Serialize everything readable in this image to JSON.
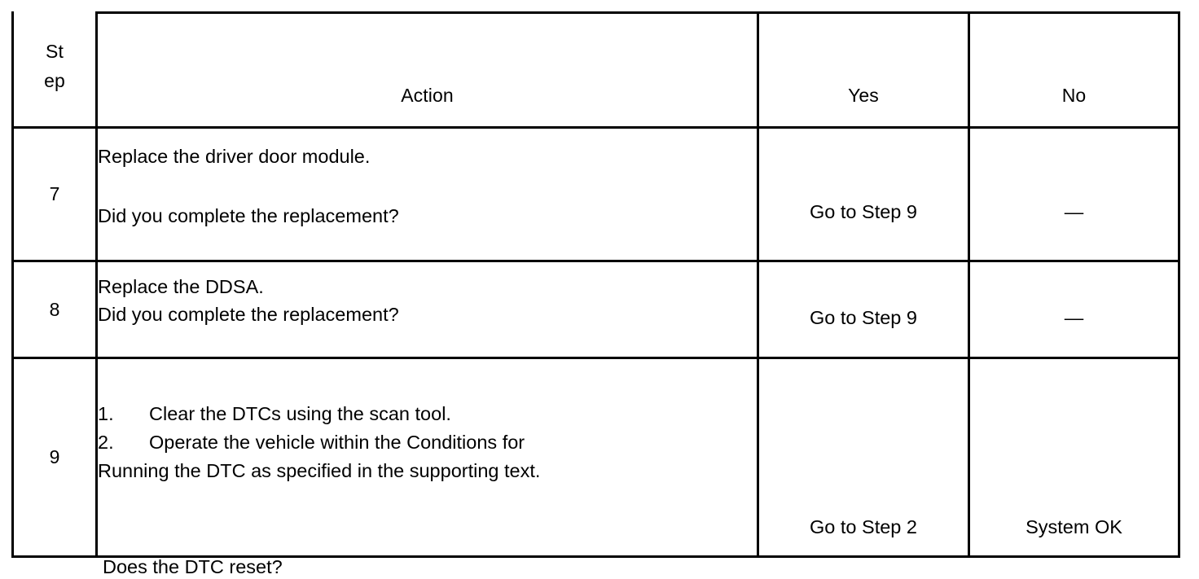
{
  "document": {
    "type": "diagnostic-step-table",
    "title": "Diagnostic Step Table"
  },
  "table": {
    "columns": [
      {
        "key": "step",
        "label_line1": "St",
        "label_line2": "ep",
        "label": "Step"
      },
      {
        "key": "action",
        "label": "Action"
      },
      {
        "key": "yes",
        "label": "Yes"
      },
      {
        "key": "no",
        "label": "No"
      }
    ],
    "rows": [
      {
        "step": "7",
        "action_lines": [
          "Replace the driver door module.",
          "Did you complete the replacement?"
        ],
        "yes": "Go to Step 9",
        "no": "—"
      },
      {
        "step": "8",
        "action_lines": [
          "Replace the DDSA.",
          "Did you complete the replacement?"
        ],
        "yes": "Go to Step 9",
        "no": "—"
      },
      {
        "step": "9",
        "list_items": [
          {
            "num": "1.",
            "text": "Clear the DTCs using the scan tool."
          },
          {
            "num": "2.",
            "text": "Operate the vehicle within the Conditions for"
          }
        ],
        "continuation": "Running the DTC as specified in the supporting text.",
        "question": "Does the DTC reset?",
        "yes": "Go to Step 2",
        "no": "System OK"
      }
    ]
  },
  "colors": {
    "border": "#000000",
    "text": "#000000",
    "background": "#ffffff"
  }
}
